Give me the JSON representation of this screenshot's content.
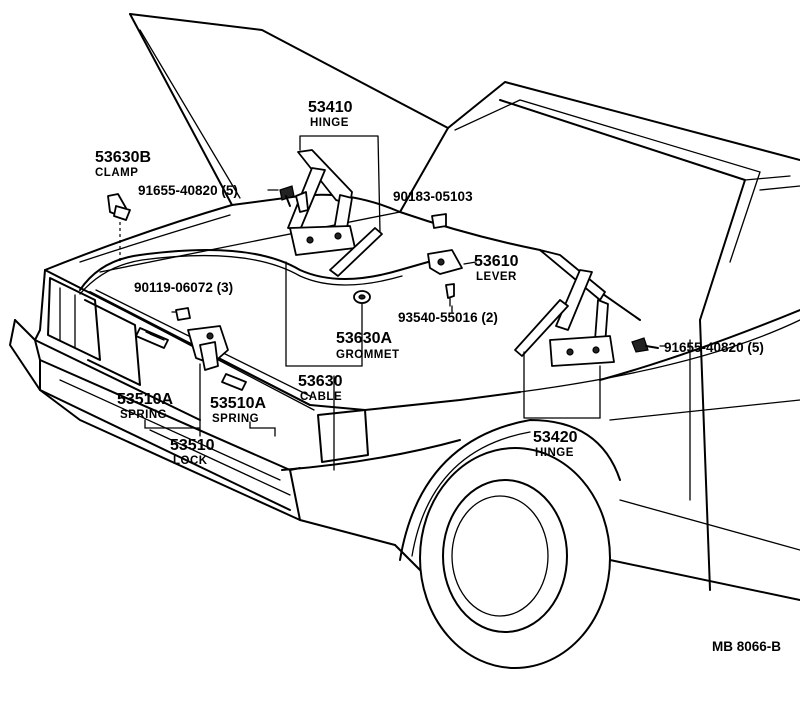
{
  "labels": {
    "hinge_53410": {
      "number": "53410",
      "name": "HINGE"
    },
    "clamp_53630b": {
      "number": "53630B",
      "name": "CLAMP"
    },
    "bolt_top": {
      "code": "91655-40820 (5)"
    },
    "clip_90183": {
      "code": "90183-05103"
    },
    "lever_53610": {
      "number": "53610",
      "name": "LEVER"
    },
    "screw_90119": {
      "code": "90119-06072 (3)"
    },
    "clip_93540": {
      "code": "93540-55016 (2)"
    },
    "grommet_53630a": {
      "number": "53630A",
      "name": "GROMMET"
    },
    "bolt_right": {
      "code": "91655-40820 (5)"
    },
    "cable_53630": {
      "number": "53630",
      "name": "CABLE"
    },
    "spring_left": {
      "number": "53510A",
      "name": "SPRING"
    },
    "spring_right": {
      "number": "53510A",
      "name": "SPRING"
    },
    "hinge_53420": {
      "number": "53420",
      "name": "HINGE"
    },
    "lock_53510": {
      "number": "53510",
      "name": "LOCK"
    }
  },
  "footer_code": "MB  8066-B"
}
